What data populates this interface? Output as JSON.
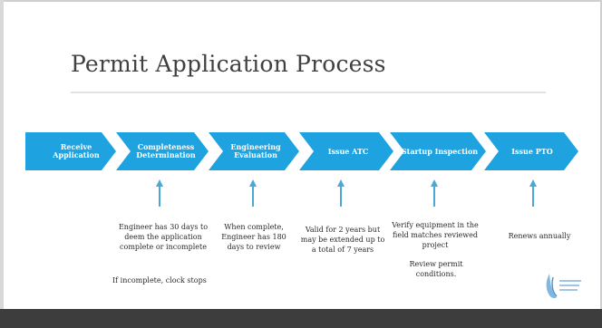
{
  "slide": {
    "title": "Permit Application Process"
  },
  "steps": [
    {
      "label": "Receive Application",
      "note": ""
    },
    {
      "label": "Completeness Determination",
      "note": "Engineer has 30 days to deem the application complete or incomplete"
    },
    {
      "label": "Engineering Evaluation",
      "note": "When complete, Engineer has 180 days to review"
    },
    {
      "label": "Issue ATC",
      "note": "Valid for 2 years but may be extended up to a total of 7 years"
    },
    {
      "label": "Startup Inspection",
      "note": "Verify equipment in the field matches reviewed project"
    },
    {
      "label": "Issue PTO",
      "note": "Renews annually"
    }
  ],
  "extra_notes": {
    "completeness": "If incomplete, clock stops",
    "startup": "Review permit conditions."
  },
  "colors": {
    "chevron": "#1fa3e0",
    "arrow": "#4aa8d8",
    "title": "#404040",
    "bottom_bar": "#3d3d3d"
  },
  "logo": {
    "icon": "water-drop-logo"
  }
}
